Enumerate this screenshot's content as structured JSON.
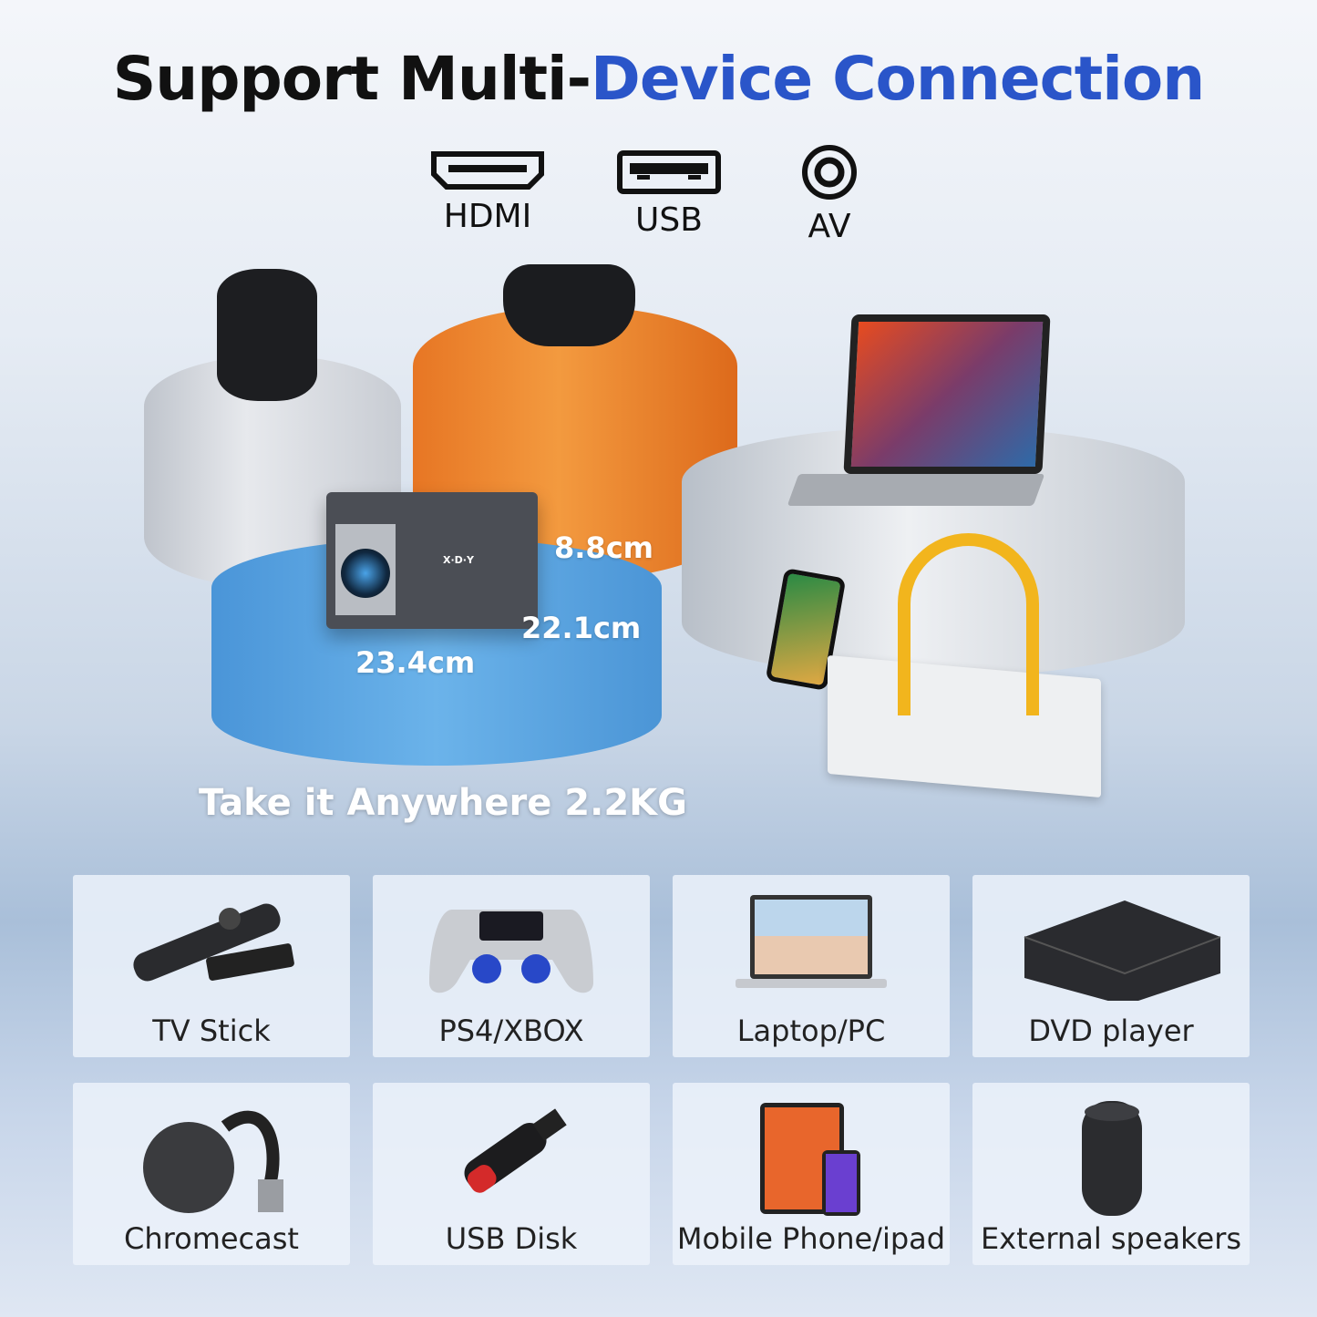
{
  "title": {
    "part1": "Support Multi-",
    "part2": "Device Connection"
  },
  "ports": [
    {
      "label": "HDMI",
      "icon": "hdmi-port-icon"
    },
    {
      "label": "USB",
      "icon": "usb-port-icon"
    },
    {
      "label": "AV",
      "icon": "av-port-icon"
    }
  ],
  "projector": {
    "brand": "X·D·Y",
    "height": "8.8cm",
    "depth": "22.1cm",
    "width": "23.4cm"
  },
  "tagline": "Take it Anywhere 2.2KG",
  "devices": [
    {
      "label": "TV Stick"
    },
    {
      "label": "PS4/XBOX"
    },
    {
      "label": "Laptop/PC"
    },
    {
      "label": "DVD player"
    },
    {
      "label": "Chromecast"
    },
    {
      "label": "USB Disk"
    },
    {
      "label": "Mobile Phone/ipad"
    },
    {
      "label": "External speakers"
    }
  ],
  "colors": {
    "accent": "#2a55c9",
    "orange": "#ee8a2e",
    "blue_pedestal": "#5aa6e2"
  }
}
